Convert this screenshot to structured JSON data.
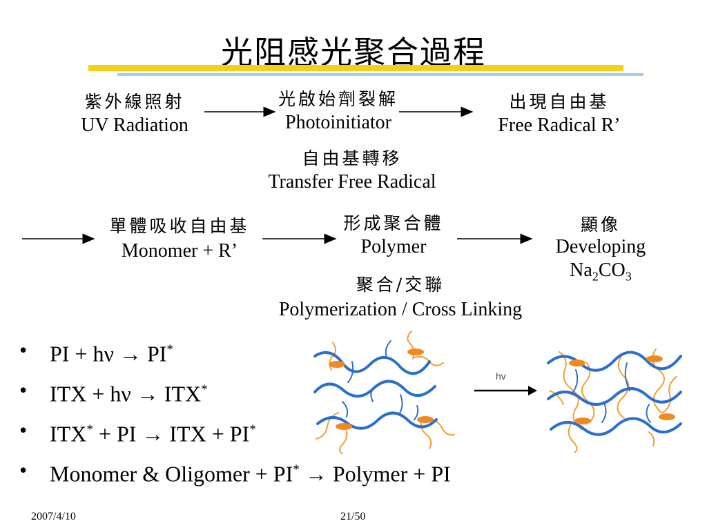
{
  "title": "光阻感光聚合過程",
  "row1": {
    "step1": {
      "zh": "紫外線照射",
      "en": "UV Radiation"
    },
    "step2": {
      "zh": "光啟始劑裂解",
      "en": "Photoinitiator"
    },
    "step3": {
      "zh": "出現自由基",
      "en": "Free Radical R’"
    },
    "note": {
      "zh": "自由基轉移",
      "en": "Transfer Free Radical"
    }
  },
  "row2": {
    "step1": {
      "zh": "單體吸收自由基",
      "en": "Monomer + R’"
    },
    "step2": {
      "zh": "形成聚合體",
      "en": "Polymer"
    },
    "step3": {
      "zh": "顯像",
      "en": "Developing",
      "chem_na": "Na",
      "chem_na_sub": "2",
      "chem_co": "CO",
      "chem_co_sub": "3"
    },
    "note": {
      "zh": "聚合/交聯",
      "en": "Polymerization / Cross Linking"
    }
  },
  "bullets": [
    {
      "marker": "•",
      "pre": "PI + hν → PI",
      "sup": "*",
      "post": ""
    },
    {
      "marker": "•",
      "pre": "ITX + hν → ITX",
      "sup": "*",
      "post": ""
    },
    {
      "marker": "•",
      "pre": "ITX",
      "sup": "*",
      "post": " + PI → ITX + PI",
      "sup2": "*"
    },
    {
      "marker": "•",
      "pre": "Monomer & Oligomer + PI",
      "sup": "*",
      "post": " → Polymer + PI"
    }
  ],
  "diagram": {
    "arrow_label": "hv"
  },
  "footer": {
    "date": "2007/4/10",
    "page": "21/50"
  },
  "colors": {
    "title_bar_yellow": "#f5cf1a",
    "title_bar_blue": "#a9c9ee",
    "chain_blue": "#2a6fd0",
    "chain_orange": "#f0a030"
  }
}
